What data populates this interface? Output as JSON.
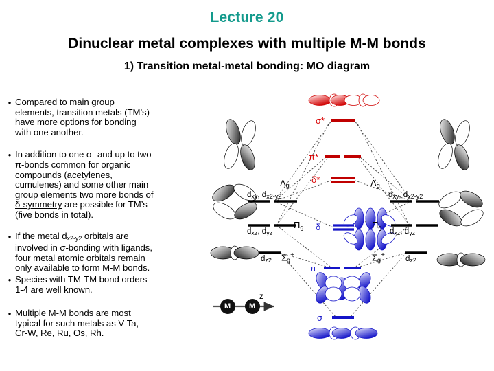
{
  "slide": {
    "lecture_title": "Lecture 20",
    "main_title": "Dinuclear metal complexes with multiple M-M bonds",
    "sub_title": "1) Transition metal-metal bonding: MO diagram",
    "bullet_marker": "•"
  },
  "colors": {
    "lecture_title": "#139a8c",
    "antibonding": "#d90000",
    "bonding": "#1414c8",
    "atomic_level": "#000000",
    "correlation_line": "#444444"
  },
  "bullets": [
    {
      "lines": [
        "Compared to main group",
        "elements, transition metals (TM’s)",
        "have more options for bonding",
        "with one another."
      ]
    },
    {
      "lines": [
        "In addition to one σ- and up to two",
        "π-bonds common for organic",
        "compounds (acetylenes,",
        "cumulenes) and some other main",
        "group elements two more bonds of",
        "δ-symmetry are possible for TM’s",
        "(five bonds in total)."
      ],
      "underlined_fragment": "δ-symmetry"
    },
    {
      "lines": [
        "If the metal dx2-y2 orbitals are",
        "involved in σ-bonding with ligands,",
        "four metal atomic orbitals remain",
        "only available to form M-M bonds."
      ]
    },
    {
      "lines": [
        " Species with TM-TM bond orders",
        "1-4 are well known."
      ]
    },
    {
      "lines": [
        "Multiple M-M bonds are most",
        "typical for such metals as V-Ta,",
        "Cr-W, Re, Ru, Os, Rh."
      ]
    }
  ],
  "mo_diagram": {
    "molecular_levels": [
      {
        "label": "σ*",
        "type": "antibonding",
        "degeneracy": 1,
        "orbital_picture": "sigma-star-orbital"
      },
      {
        "label": "π*",
        "type": "antibonding",
        "degeneracy": 2,
        "orbital_picture": "none"
      },
      {
        "label": "δ*",
        "type": "antibonding",
        "degeneracy": 2,
        "orbital_picture": "none"
      },
      {
        "label": "δ",
        "type": "bonding",
        "degeneracy": 2,
        "orbital_picture": "delta-orbital"
      },
      {
        "label": "π",
        "type": "bonding",
        "degeneracy": 2,
        "orbital_picture": "pi-orbital"
      },
      {
        "label": "σ",
        "type": "bonding",
        "degeneracy": 1,
        "orbital_picture": "sigma-orbital"
      }
    ],
    "atomic_levels_left": [
      {
        "label": "d",
        "subscripts": "d_xy, d_x2-y2",
        "text": "d",
        "display": "d"
      },
      {
        "label": "d",
        "subscripts": "d_xz, d_yz",
        "text": "d",
        "display": "d"
      },
      {
        "label": "d",
        "subscripts": "d_z2",
        "text": "d",
        "display": "d"
      }
    ],
    "atomic_labels": {
      "top": "d_{xy}, d_{x2-y2}",
      "middle": "d_{xz}, d_{yz}",
      "bottom": "d_{z2}",
      "top_parts": [
        "d",
        "xy",
        ", d",
        "x2-y2"
      ],
      "mid_parts": [
        "d",
        "xz",
        ", d",
        "yz"
      ],
      "bot_parts": [
        "d",
        "z2"
      ]
    },
    "symmetry_labels": {
      "delta_g": "Δ",
      "delta_g_sub": "g",
      "pi_g": "Π",
      "pi_g_sub": "g",
      "sigma_g": "Σ",
      "sigma_g_sub": "g",
      "sigma_g_sup": "+"
    },
    "axis_inset": {
      "atom_label": "M",
      "atom_label_2": "M",
      "axis_label": "z"
    }
  }
}
